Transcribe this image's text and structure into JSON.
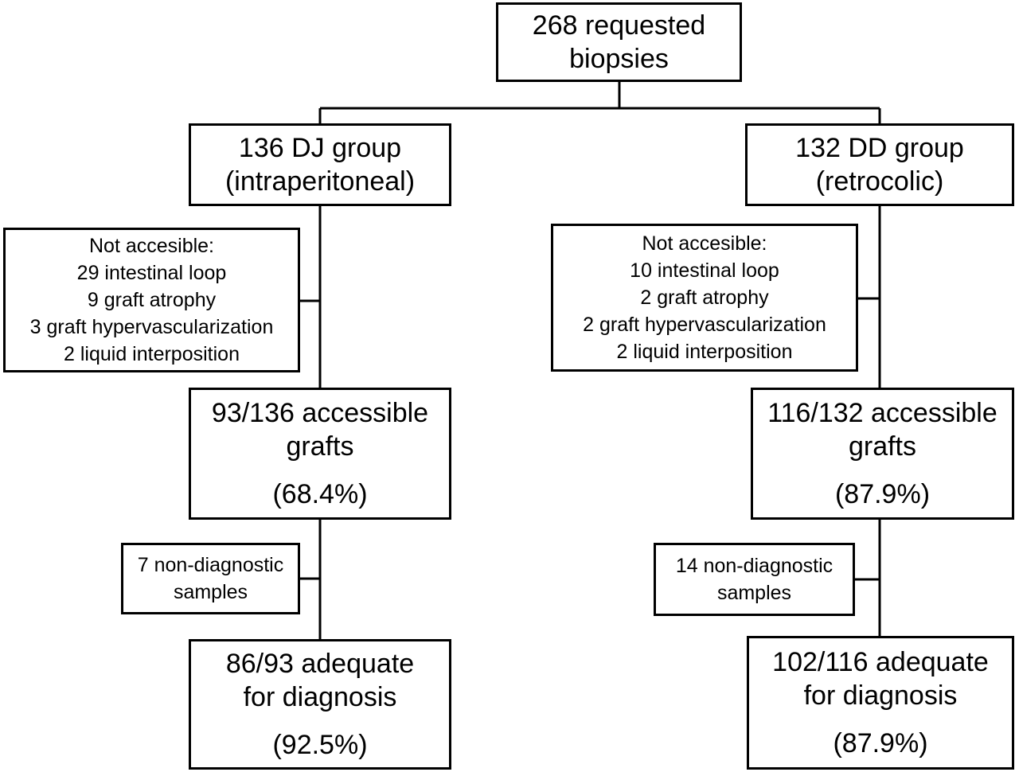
{
  "nodes": {
    "root": {
      "lines": [
        "268 requested",
        "biopsies"
      ]
    },
    "dj_group": {
      "lines": [
        "136 DJ group",
        "(intraperitoneal)"
      ]
    },
    "dd_group": {
      "lines": [
        "132 DD group",
        "(retrocolic)"
      ]
    },
    "dj_excl": {
      "lines": [
        "Not accesible:",
        "29 intestinal loop",
        "9 graft atrophy",
        "3 graft hypervascularization",
        "2 liquid interposition"
      ]
    },
    "dd_excl": {
      "lines": [
        "Not accesible:",
        "10 intestinal loop",
        "2 graft atrophy",
        "2 graft hypervascularization",
        "2 liquid interposition"
      ]
    },
    "dj_access": {
      "lines": [
        "93/136 accessible",
        "grafts"
      ],
      "pct": "(68.4%)"
    },
    "dd_access": {
      "lines": [
        "116/132 accessible",
        "grafts"
      ],
      "pct": "(87.9%)"
    },
    "dj_nd": {
      "lines": [
        "7 non-diagnostic",
        "samples"
      ]
    },
    "dd_nd": {
      "lines": [
        "14 non-diagnostic",
        "samples"
      ]
    },
    "dj_adeq": {
      "lines": [
        "86/93 adequate",
        "for diagnosis"
      ],
      "pct": "(92.5%)"
    },
    "dd_adeq": {
      "lines": [
        "102/116 adequate",
        "for diagnosis"
      ],
      "pct": "(87.9%)"
    }
  }
}
